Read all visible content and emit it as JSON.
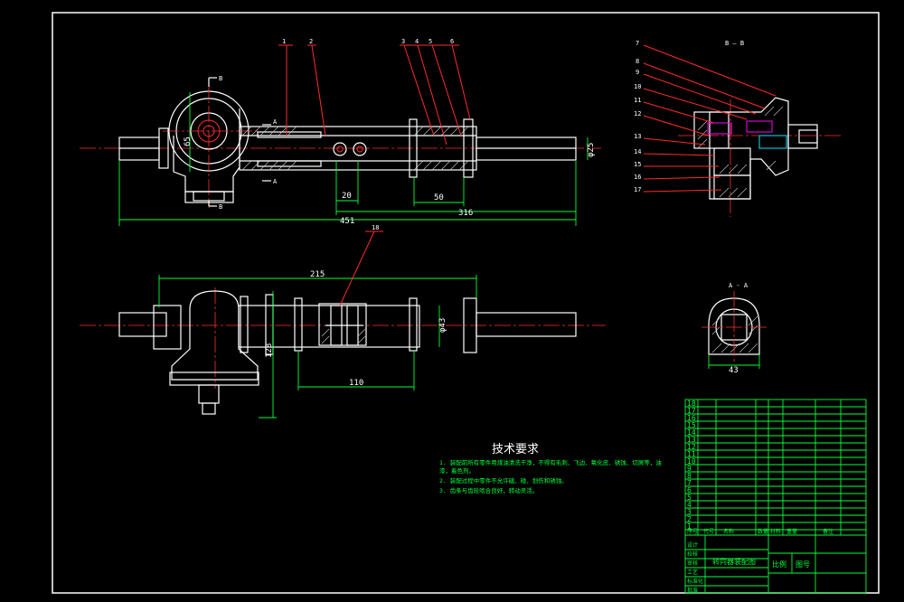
{
  "views": {
    "main_section": {
      "label_b_top": "B",
      "label_b_bottom": "B",
      "section_a_top": "A",
      "section_a_bottom": "A"
    },
    "section_bb": {
      "label": "B — B"
    },
    "section_aa": {
      "label": "A - A"
    }
  },
  "dimensions": {
    "d_451": "451",
    "d_316": "316",
    "d_50": "50",
    "d_20": "20",
    "d_65": "65",
    "d_25": "φ25",
    "d_215": "215",
    "d_110": "110",
    "d_128": "128",
    "d_43_plan": "φ43",
    "d_43_aa": "43"
  },
  "callouts": {
    "top": [
      "1",
      "2",
      "3",
      "4",
      "5",
      "6"
    ],
    "plan": "18",
    "bb": [
      "7",
      "8",
      "9",
      "10",
      "11",
      "12",
      "13",
      "14",
      "15",
      "16",
      "17"
    ]
  },
  "tech_requirements": {
    "title": "技术要求",
    "lines": [
      "1. 装配前所有零件用煤油清洗干净，不得有毛刺、飞边、氧化皮、锈蚀、切屑等，油",
      "漆，着色剂。",
      "2. 装配过程中零件不允许磕、碰、划伤和锈蚀。",
      "3. 齿条与齿轮啮合良好，转动灵活。"
    ]
  },
  "title_block": {
    "row_numbers": [
      "18",
      "17",
      "16",
      "15",
      "14",
      "13",
      "12",
      "11",
      "10",
      "9",
      "8",
      "7",
      "6",
      "5",
      "4",
      "3",
      "2",
      "1"
    ],
    "header": [
      "序号",
      "代号",
      "名称",
      "数量",
      "材料",
      "重量",
      "备注"
    ],
    "drawing_name": "转向器装配图",
    "scale_label": "比例",
    "sheet_label": "图号",
    "left_rows": [
      "设计",
      "校核",
      "审核",
      "工艺",
      "标准化",
      "批准"
    ]
  }
}
